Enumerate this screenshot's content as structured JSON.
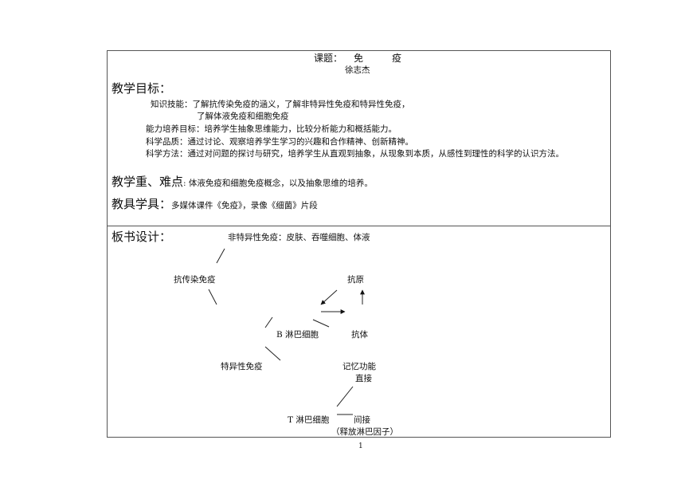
{
  "lesson": {
    "title_label": "课题：",
    "title_char1": "免",
    "title_char2": "疫",
    "author": "徐志杰"
  },
  "objectives": {
    "heading": "教学目标：",
    "knowledge_1": "知识技能：了解抗传染免疫的涵义，了解非特异性免疫和特异性免疫，",
    "knowledge_2": "了解体液免疫和细胞免疫",
    "ability": "能力培养目标：培养学生抽象思维能力，比较分析能力和概括能力。",
    "quality": "科学品质：通过讨论、观察培养学生学习的兴趣和合作精神、创新精神。",
    "method": "科学方法：通过对问题的探讨与研究，培养学生从直观到抽象，从现象到本质，从感性到理性的科学的认识方法。"
  },
  "key_points": {
    "heading": "教学重、难点",
    "text": ": 体液免疫和细胞免疫概念，以及抽象思维的培养。"
  },
  "materials": {
    "heading": "教具学具：",
    "text": "多媒体课件《免疫》，录像《细菌》片段"
  },
  "board": {
    "heading": "板书设计：",
    "nonspecific": "非特异性免疫：皮肤、吞噬细胞、体液",
    "anti_infection": "抗传染免疫",
    "antigen": "抗原",
    "b_cell": "B 淋巴细胞",
    "antibody": "抗体",
    "specific": "特异性免疫",
    "memory": "记忆功能",
    "direct": "直接",
    "t_cell": "T 淋巴细胞",
    "indirect": "间接",
    "lymphokine": "（释放淋巴因子）"
  },
  "page_number": "1"
}
